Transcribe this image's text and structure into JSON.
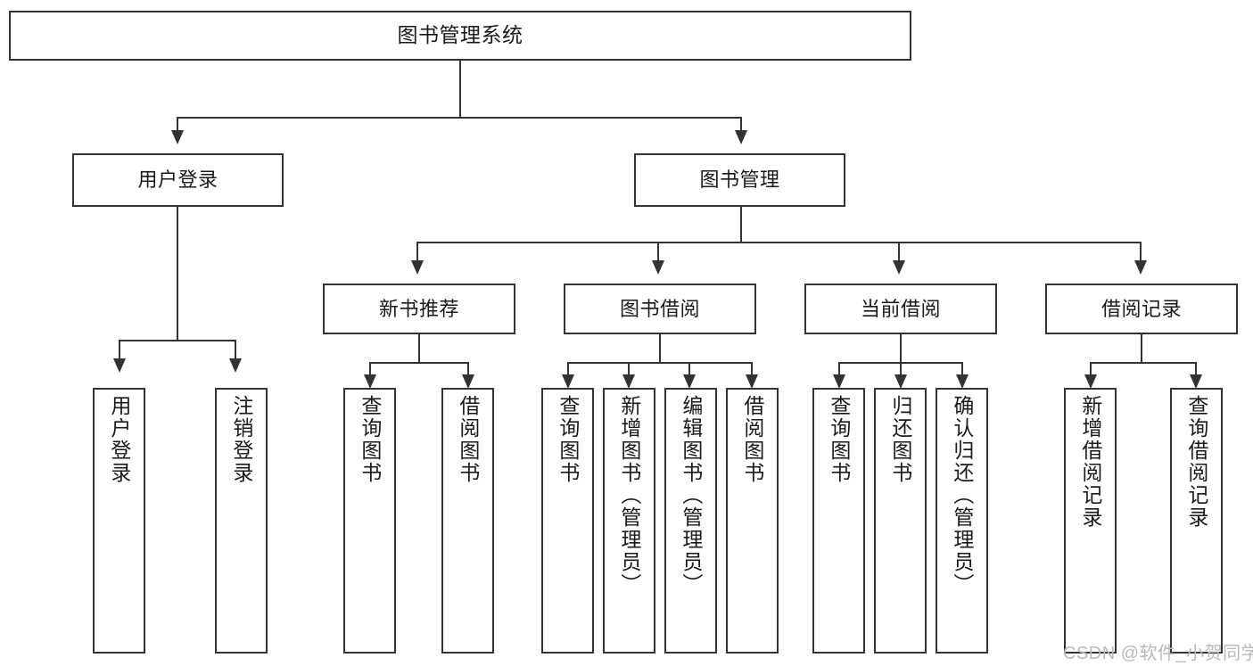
{
  "diagram": {
    "title": "图书管理系统",
    "type": "tree",
    "orientation": "top-down",
    "colors": {
      "box_border": "#333333",
      "box_fill": "#ffffff",
      "connector": "#333333",
      "background": "#ffffff",
      "watermark": "#b9b9b9"
    }
  },
  "root": {
    "label": "图书管理系统"
  },
  "level1": [
    {
      "label": "用户登录"
    },
    {
      "label": "图书管理"
    }
  ],
  "level2": [
    {
      "label": "新书推荐"
    },
    {
      "label": "图书借阅"
    },
    {
      "label": "当前借阅"
    },
    {
      "label": "借阅记录"
    }
  ],
  "leaves": {
    "user_login": [
      {
        "label": "用户登录"
      },
      {
        "label": "注销登录"
      }
    ],
    "new_book_recommend": [
      {
        "label": "查询图书"
      },
      {
        "label": "借阅图书"
      }
    ],
    "book_borrow": [
      {
        "label": "查询图书"
      },
      {
        "label": "新增图书（管理员）"
      },
      {
        "label": "编辑图书（管理员）"
      },
      {
        "label": "借阅图书"
      }
    ],
    "current_borrow": [
      {
        "label": "查询图书"
      },
      {
        "label": "归还图书"
      },
      {
        "label": "确认归还（管理员）"
      }
    ],
    "borrow_record": [
      {
        "label": "新增借阅记录"
      },
      {
        "label": "查询借阅记录"
      }
    ]
  },
  "watermark": {
    "text": "CSDN @软件_小贺同学"
  }
}
